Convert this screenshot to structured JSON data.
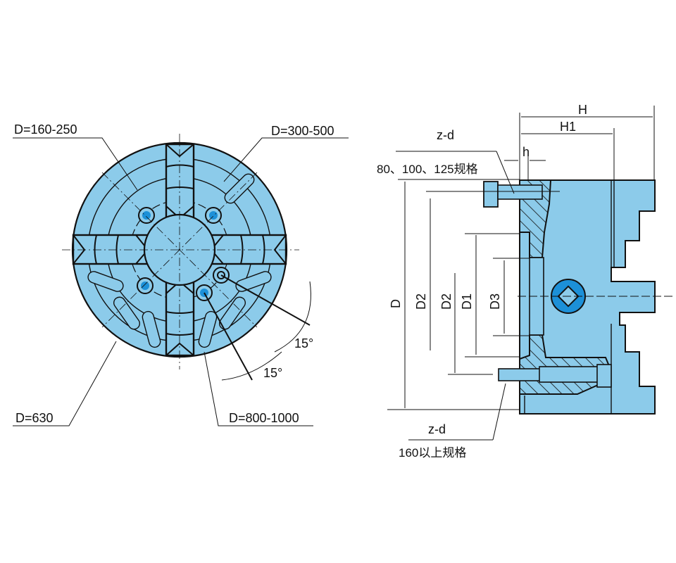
{
  "front_view": {
    "labels": {
      "d_160_250": "D=160-250",
      "d_300_500": "D=300-500",
      "d_630": "D=630",
      "d_800_1000": "D=800-1000",
      "angle_a": "15°",
      "angle_b": "15°"
    }
  },
  "section_view": {
    "labels": {
      "H": "H",
      "H1": "H1",
      "h": "h",
      "zd_top": "z-d",
      "spec_small": "80、100、125规格",
      "zd_bottom": "z-d",
      "spec_large": "160以上规格",
      "D": "D",
      "D2_outer": "D2",
      "D2_inner": "D2",
      "D1": "D1",
      "D3": "D3"
    }
  },
  "colors": {
    "body_fill": "#8ccbea",
    "hole_fill": "#1c90d8",
    "line": "#111111"
  }
}
